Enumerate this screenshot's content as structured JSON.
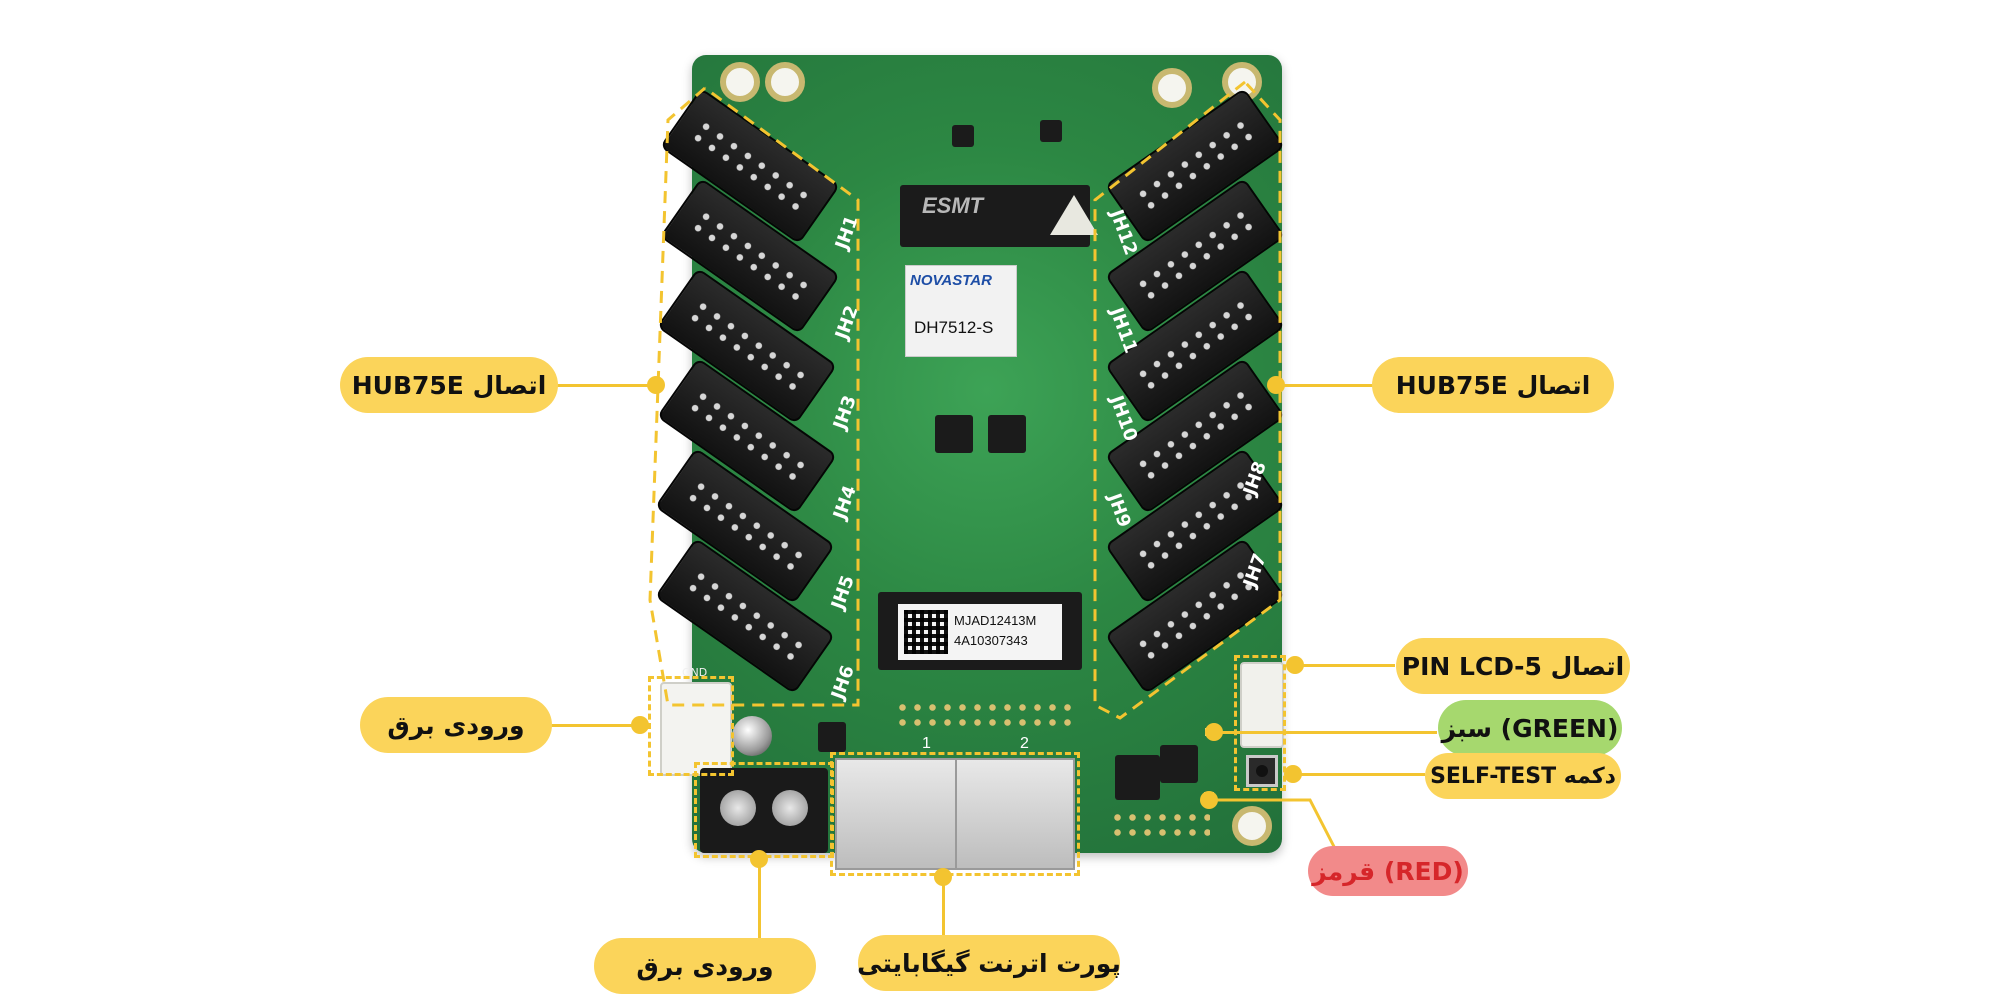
{
  "board": {
    "memory_chip_brand": "ESMT",
    "brand": "NOVASTAR",
    "model": "DH7512-S",
    "serial_line1": "MJAD12413M",
    "serial_line2": "4A10307343",
    "gnd_label": "GND",
    "port_label_1": "1",
    "port_label_2": "2",
    "headers_left": [
      "JH1",
      "JH2",
      "JH3",
      "JH4",
      "JH5",
      "JH6"
    ],
    "headers_right": [
      "JH12",
      "JH11",
      "JH10",
      "JH9",
      "JH8",
      "JH7"
    ]
  },
  "callouts": {
    "hub_left": "اتصال HUB75E",
    "hub_right": "اتصال HUB75E",
    "power_left": "ورودی برق",
    "power_bottom": "ورودی برق",
    "ethernet": "پورت اترنت گیگابایتی",
    "lcd": "اتصال 5-PIN LCD",
    "green_led": "(GREEN) سبز",
    "self_test": "دکمه SELF-TEST",
    "red_led": "(RED) قرمز"
  },
  "colors": {
    "accent": "#f3c430",
    "label_bg": "#fbd45a",
    "green_label_bg": "#a6d86e",
    "red_label_bg": "#f28a8a",
    "red_label_text": "#d6262a",
    "pcb": "#2e8a45"
  }
}
